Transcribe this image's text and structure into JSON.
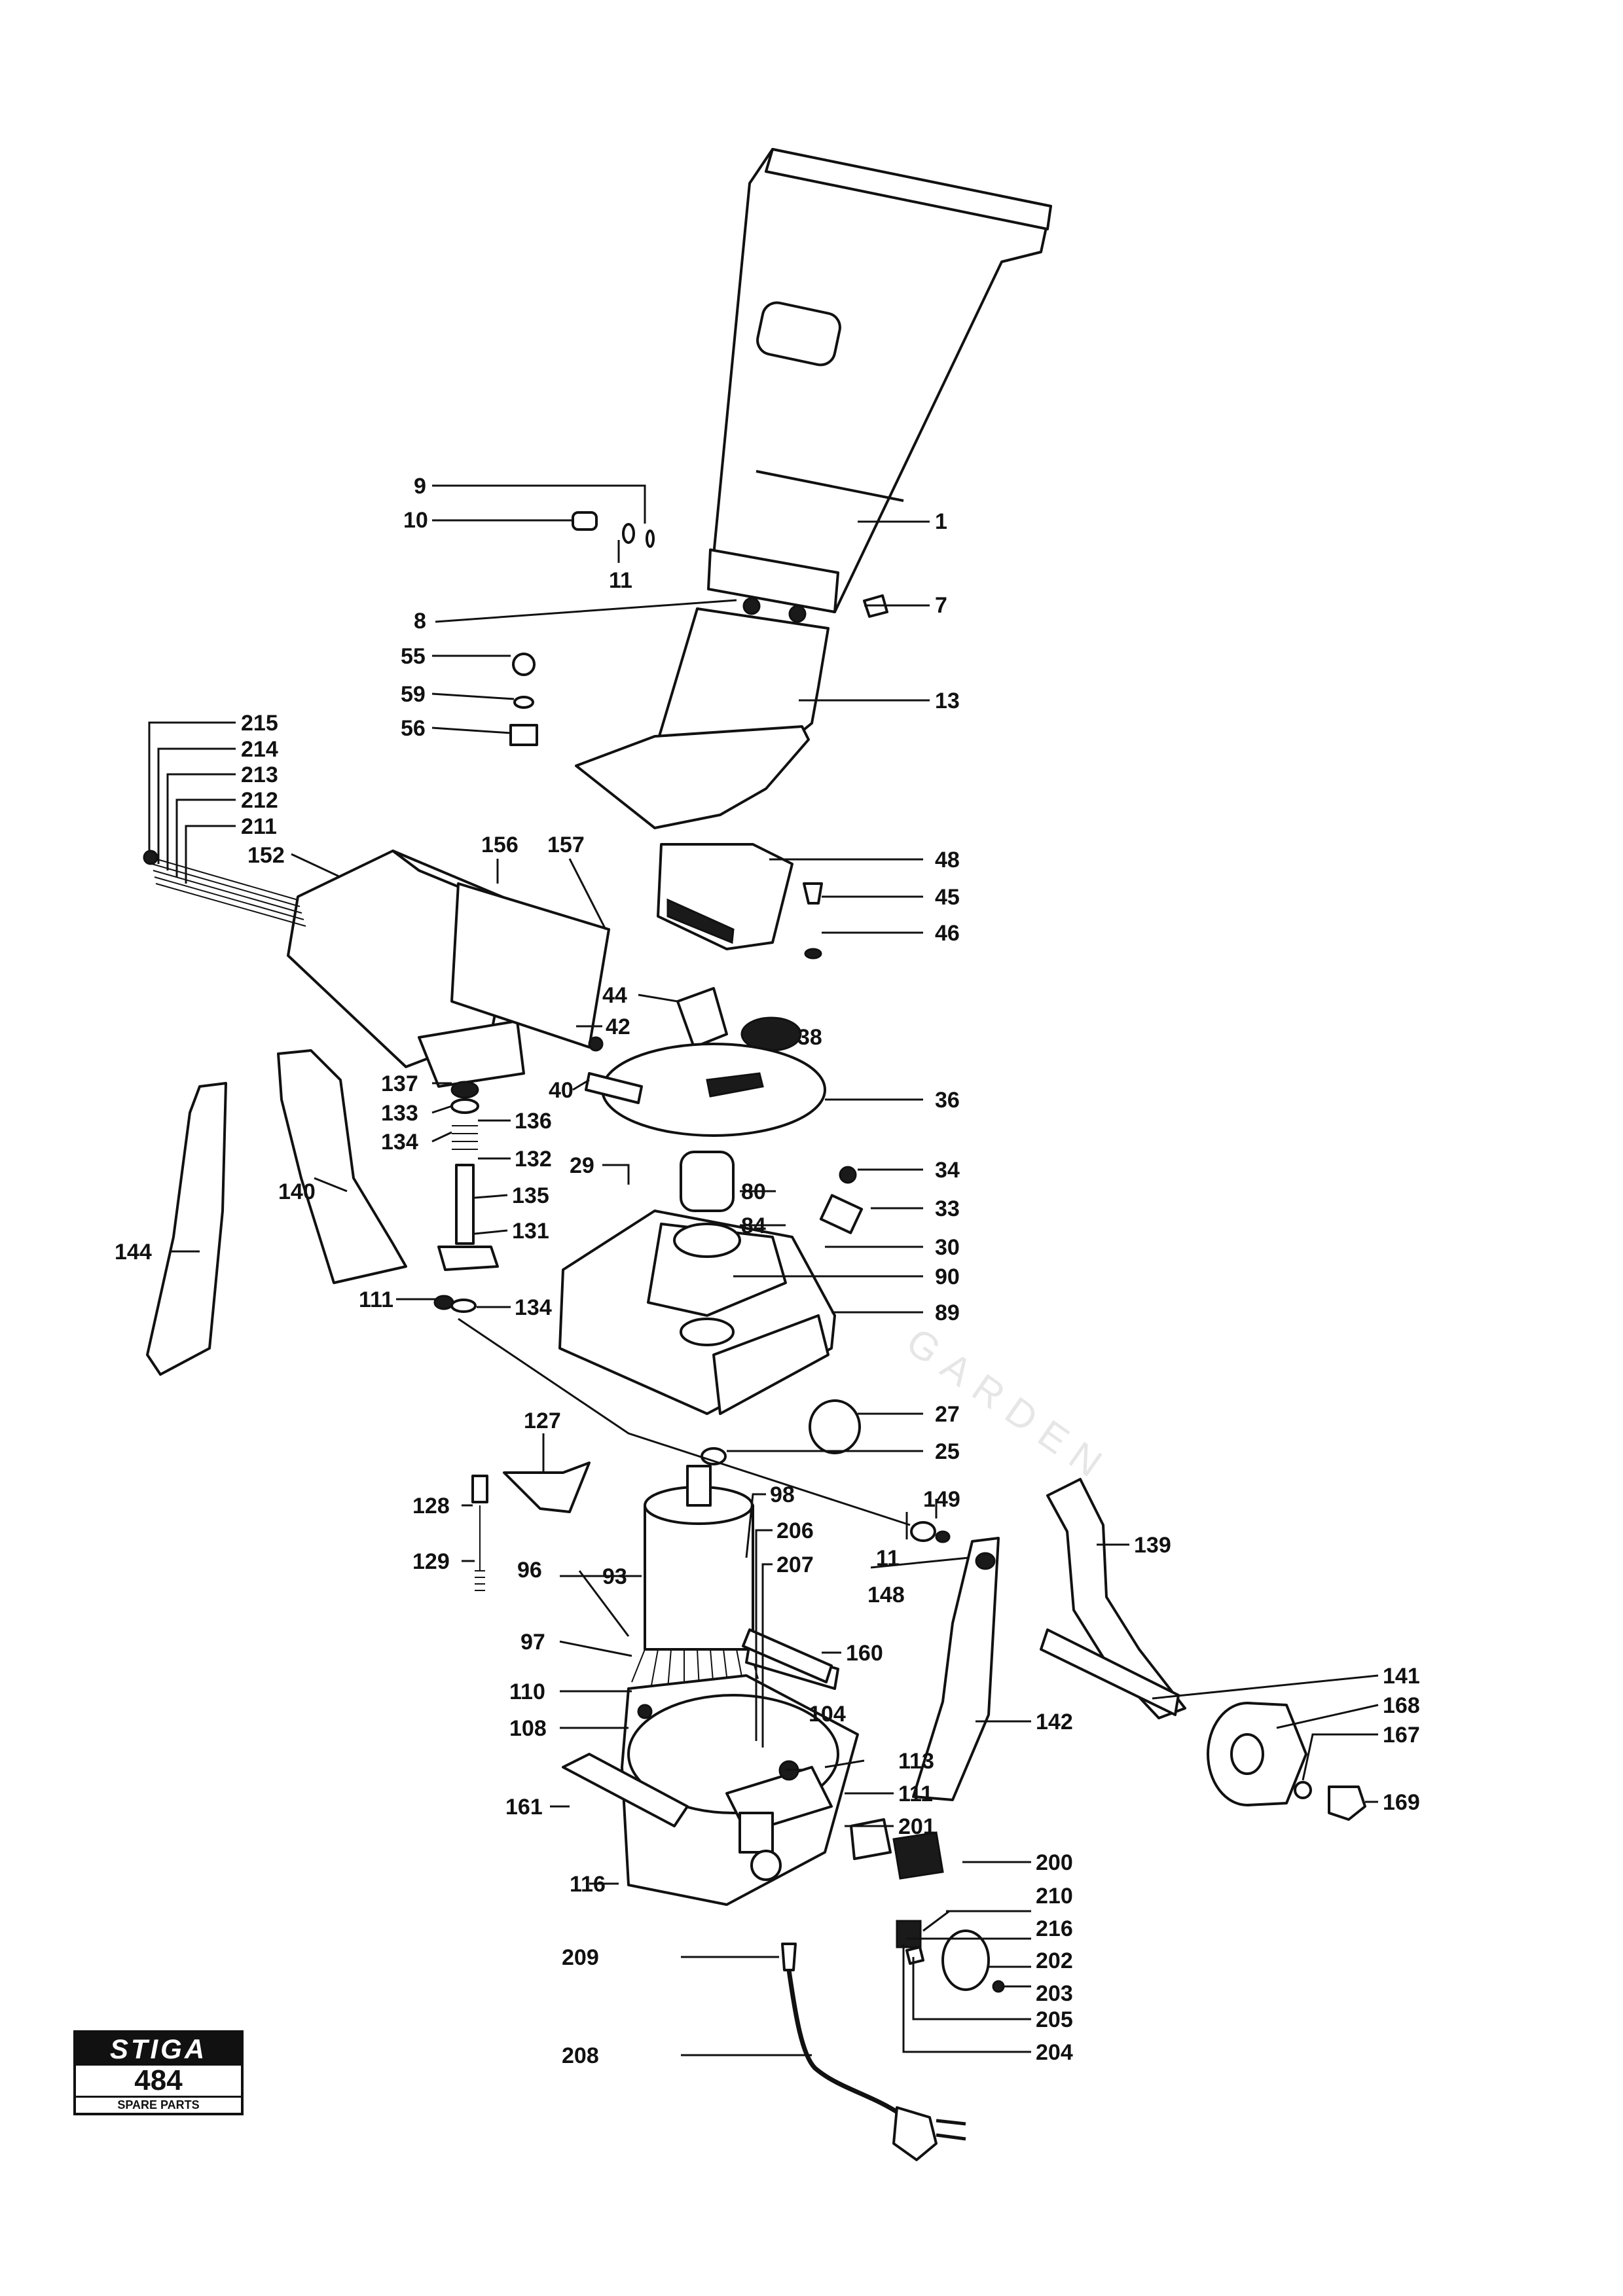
{
  "logo": {
    "brand": "STIGA",
    "model": "484",
    "subtitle": "SPARE PARTS"
  },
  "watermark": "GARDEN",
  "labels": {
    "l1": "1",
    "l7": "7",
    "l8": "8",
    "l9": "9",
    "l10": "10",
    "l11a": "11",
    "l11b": "11",
    "l13": "13",
    "l25": "25",
    "l27": "27",
    "l29": "29",
    "l30": "30",
    "l33": "33",
    "l34": "34",
    "l36": "36",
    "l38": "38",
    "l40": "40",
    "l42": "42",
    "l44": "44",
    "l45": "45",
    "l46": "46",
    "l48": "48",
    "l55": "55",
    "l56": "56",
    "l59": "59",
    "l80": "80",
    "l84": "84",
    "l89": "89",
    "l90": "90",
    "l93": "93",
    "l96": "96",
    "l97": "97",
    "l98": "98",
    "l104": "104",
    "l108": "108",
    "l110": "110",
    "l111a": "111",
    "l111b": "111",
    "l113": "113",
    "l116": "116",
    "l127": "127",
    "l128": "128",
    "l129": "129",
    "l131": "131",
    "l132": "132",
    "l133": "133",
    "l134a": "134",
    "l134b": "134",
    "l135": "135",
    "l136": "136",
    "l137": "137",
    "l139": "139",
    "l140": "140",
    "l141": "141",
    "l142": "142",
    "l144": "144",
    "l148": "148",
    "l149": "149",
    "l152": "152",
    "l156": "156",
    "l157": "157",
    "l160": "160",
    "l161": "161",
    "l167": "167",
    "l168": "168",
    "l169": "169",
    "l200": "200",
    "l201": "201",
    "l202": "202",
    "l203": "203",
    "l204": "204",
    "l205": "205",
    "l206": "206",
    "l207": "207",
    "l208": "208",
    "l209": "209",
    "l210": "210",
    "l211": "211",
    "l212": "212",
    "l213": "213",
    "l214": "214",
    "l215": "215",
    "l216": "216"
  }
}
